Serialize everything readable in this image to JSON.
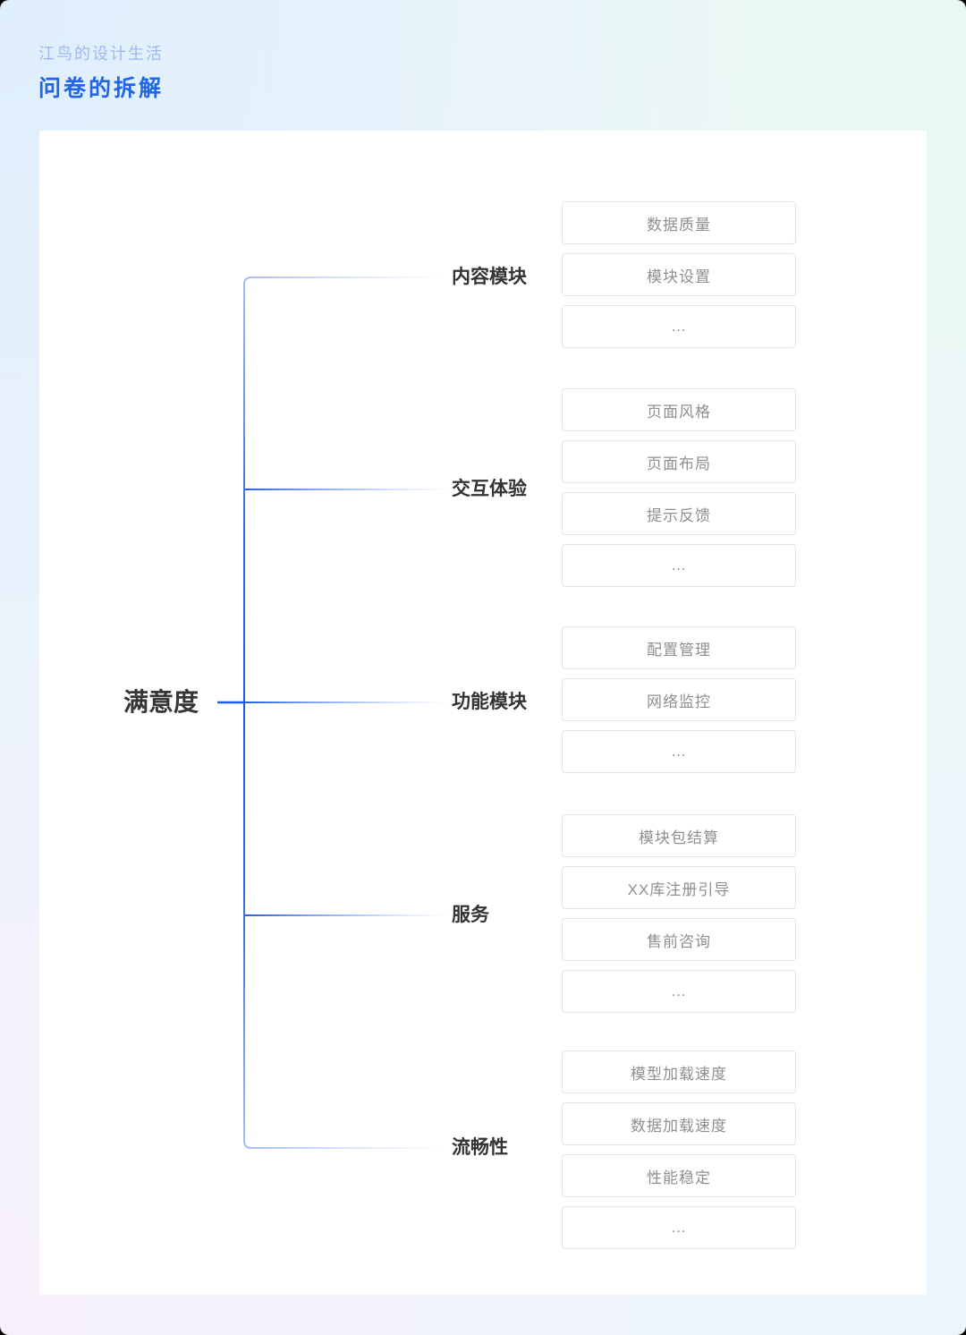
{
  "header": {
    "eyebrow": "江鸟的设计生活",
    "title": "问卷的拆解"
  },
  "mindmap": {
    "root": "满意度",
    "branches": [
      {
        "label": "内容模块",
        "items": [
          "数据质量",
          "模块设置",
          "…"
        ]
      },
      {
        "label": "交互体验",
        "items": [
          "页面风格",
          "页面布局",
          "提示反馈",
          "…"
        ]
      },
      {
        "label": "功能模块",
        "items": [
          "配置管理",
          "网络监控",
          "…"
        ]
      },
      {
        "label": "服务",
        "items": [
          "模块包结算",
          "XX库注册引导",
          "售前咨询",
          "…"
        ]
      },
      {
        "label": "流畅性",
        "items": [
          "模型加载速度",
          "数据加载速度",
          "性能稳定",
          "…"
        ]
      }
    ]
  },
  "colors": {
    "accent_blue": "#2563EB",
    "spine_end_blue": "#A6BEF3",
    "title_blue": "#2165E8",
    "eyebrow_blue": "#9DB9F0",
    "label_dark": "#333333",
    "node_border": "#E3E3E3",
    "node_text": "#8F8F8F",
    "card_bg": "#FFFFFF"
  }
}
